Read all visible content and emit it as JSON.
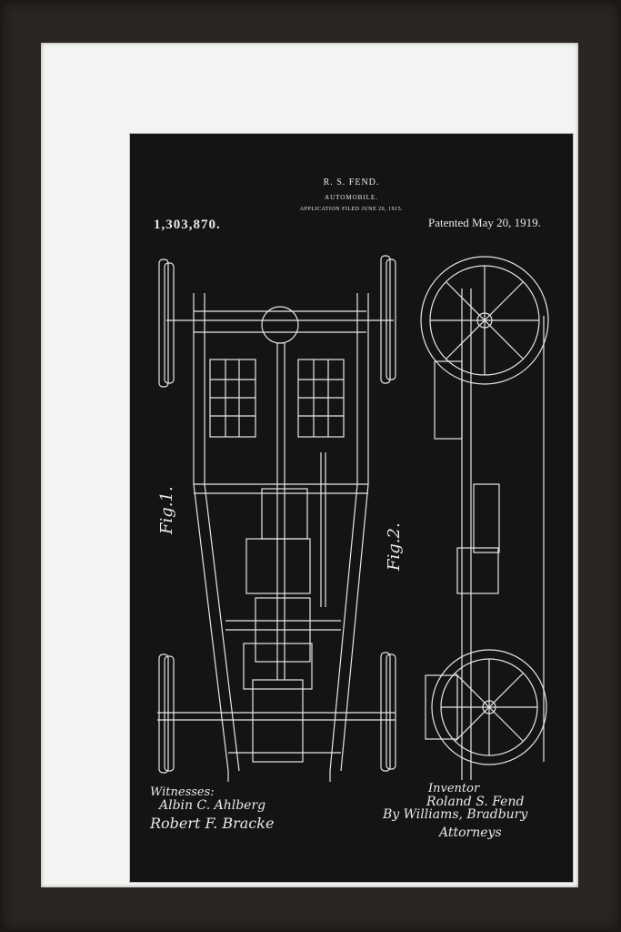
{
  "patent": {
    "inventor_header": "R. S. FEND.",
    "title": "AUTOMOBILE.",
    "filed": "APPLICATION FILED JUNE 26, 1915.",
    "number": "1,303,870.",
    "date": "Patented May 20, 1919.",
    "figure1_label": "Fig.1.",
    "figure2_label": "Fig.2.",
    "witnesses_label": "Witnesses:",
    "witness1": "Albin C. Ahlberg",
    "witness2": "Robert F. Bracke",
    "inventor_label": "Inventor",
    "inventor_name": "Roland S. Fend",
    "attorneys_by": "By Williams, Bradbury",
    "attorneys_label": "Attorneys"
  }
}
